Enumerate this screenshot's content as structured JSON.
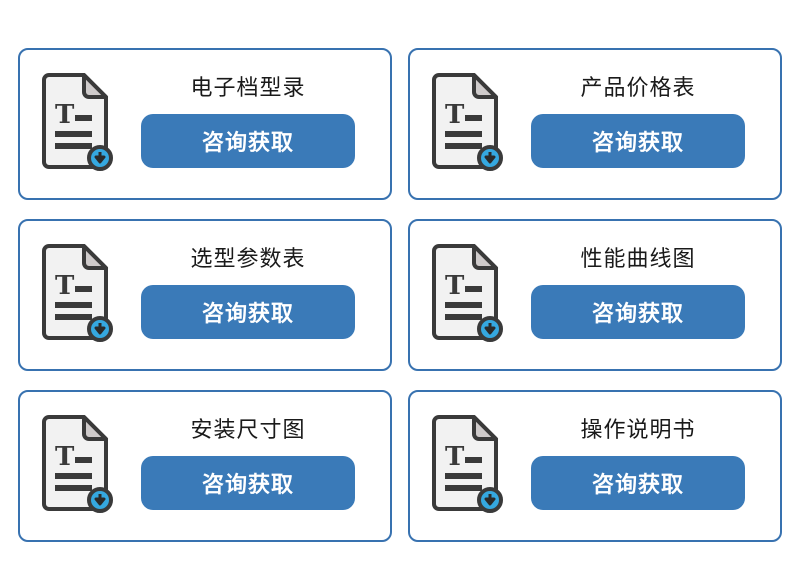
{
  "page": {
    "background_color": "#ffffff",
    "card_border_color": "#3872b0",
    "button_color": "#3a7ab8",
    "button_text_color": "#ffffff",
    "title_color": "#1a1a1a",
    "badge_color": "#35a8e0",
    "badge_border_color": "#3a3a3a",
    "doc_body_color": "#f2f2f2",
    "doc_fold_color": "#cfcbcb",
    "doc_outline_color": "#3a3a3a",
    "doc_line_color": "#3a3a3a"
  },
  "cards": [
    {
      "title": "电子档型录",
      "button_label": "咨询获取",
      "icon": "document-download-icon"
    },
    {
      "title": "产品价格表",
      "button_label": "咨询获取",
      "icon": "document-download-icon"
    },
    {
      "title": "选型参数表",
      "button_label": "咨询获取",
      "icon": "document-download-icon"
    },
    {
      "title": "性能曲线图",
      "button_label": "咨询获取",
      "icon": "document-download-icon"
    },
    {
      "title": "安装尺寸图",
      "button_label": "咨询获取",
      "icon": "document-download-icon"
    },
    {
      "title": "操作说明书",
      "button_label": "咨询获取",
      "icon": "document-download-icon"
    }
  ]
}
